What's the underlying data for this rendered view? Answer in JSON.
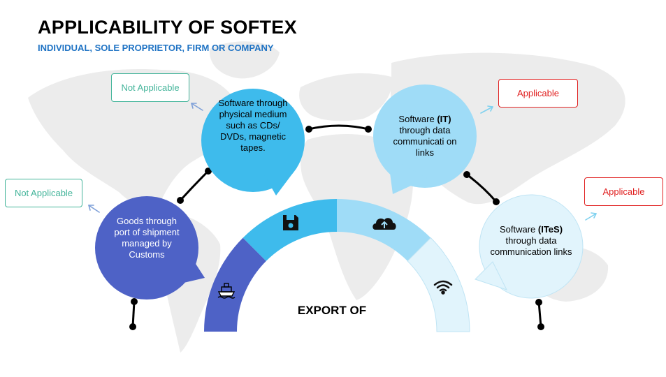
{
  "title": "APPLICABILITY OF SOFTEX",
  "subtitle": "INDIVIDUAL, SOLE PROPRIETOR, FIRM OR COMPANY",
  "center_label": "EXPORT OF",
  "colors": {
    "accent_blue": "#1f73c4",
    "goods": "#4e62c6",
    "physical": "#3ebbec",
    "it": "#9fdcf7",
    "ites": "#e1f4fc",
    "not_applicable": "#43b49a",
    "applicable": "#e02020"
  },
  "bubbles": [
    {
      "id": "goods",
      "text_parts": [
        {
          "t": "Goods through port of shipment managed by Customs",
          "b": false
        }
      ]
    },
    {
      "id": "physical",
      "text_parts": [
        {
          "t": "Software through physical medium such as CDs/ DVDs, magnetic tapes.",
          "b": false
        }
      ]
    },
    {
      "id": "it",
      "text_parts": [
        {
          "t": "Software ",
          "b": false
        },
        {
          "t": "(IT)",
          "b": true
        },
        {
          "t": " through data communicati on links",
          "b": false
        }
      ]
    },
    {
      "id": "ites",
      "text_parts": [
        {
          "t": "Software ",
          "b": false
        },
        {
          "t": "(ITeS)",
          "b": true
        },
        {
          "t": " through data communication links",
          "b": false
        }
      ]
    }
  ],
  "tags": [
    {
      "id": "goods",
      "label": "Not Applicable",
      "status": "not_applicable"
    },
    {
      "id": "physical",
      "label": "Not Applicable",
      "status": "not_applicable"
    },
    {
      "id": "it",
      "label": "Applicable",
      "status": "applicable"
    },
    {
      "id": "ites",
      "label": "Applicable",
      "status": "applicable"
    }
  ],
  "segment_icons": [
    "ship-icon",
    "floppy-disk-icon",
    "cloud-upload-icon",
    "wifi-icon"
  ]
}
